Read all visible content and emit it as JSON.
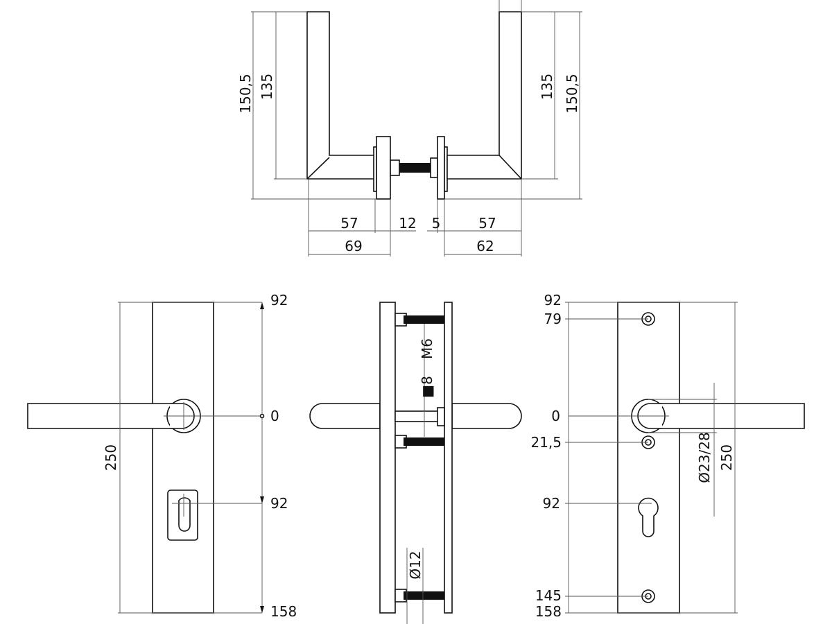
{
  "top_view": {
    "left_height_total": "150,5",
    "left_height_lever": "135",
    "right_height_lever": "135",
    "right_height_total": "150,5",
    "left_lever_length": "57",
    "left_rose_thickness": "12",
    "left_total_length": "69",
    "right_rose_thickness": "5",
    "right_lever_length": "57",
    "right_total_length": "62"
  },
  "front_view_left": {
    "top": "92",
    "center": "0",
    "cylinder": "92",
    "bottom": "158",
    "plate_height": "250"
  },
  "side_view": {
    "screw_thread": "M6",
    "spindle": "■8",
    "screw_diameter": "Ø12"
  },
  "front_view_right": {
    "top": "92",
    "screw_top": "79",
    "center": "0",
    "screw_mid": "21,5",
    "cylinder": "92",
    "screw_bottom": "145",
    "bottom": "158",
    "rose_diameter": "Ø23/28",
    "plate_height": "250"
  }
}
